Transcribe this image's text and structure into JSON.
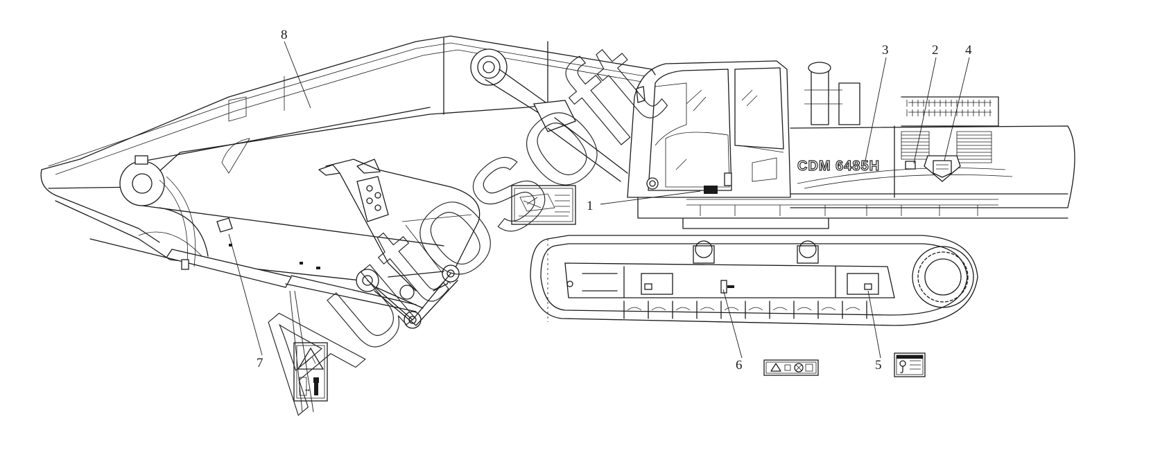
{
  "model_label": "CDM 6485H",
  "watermark": "Autosoft",
  "callouts": [
    {
      "id": "1",
      "label": "1"
    },
    {
      "id": "2",
      "label": "2"
    },
    {
      "id": "3",
      "label": "3"
    },
    {
      "id": "4",
      "label": "4"
    },
    {
      "id": "5",
      "label": "5"
    },
    {
      "id": "6",
      "label": "6"
    },
    {
      "id": "7",
      "label": "7"
    },
    {
      "id": "8",
      "label": "8"
    }
  ],
  "decals": [
    {
      "name": "control-diagram-decal"
    },
    {
      "name": "crush-warning-decal"
    },
    {
      "name": "track-safety-decal"
    },
    {
      "name": "lifting-point-decal"
    }
  ]
}
